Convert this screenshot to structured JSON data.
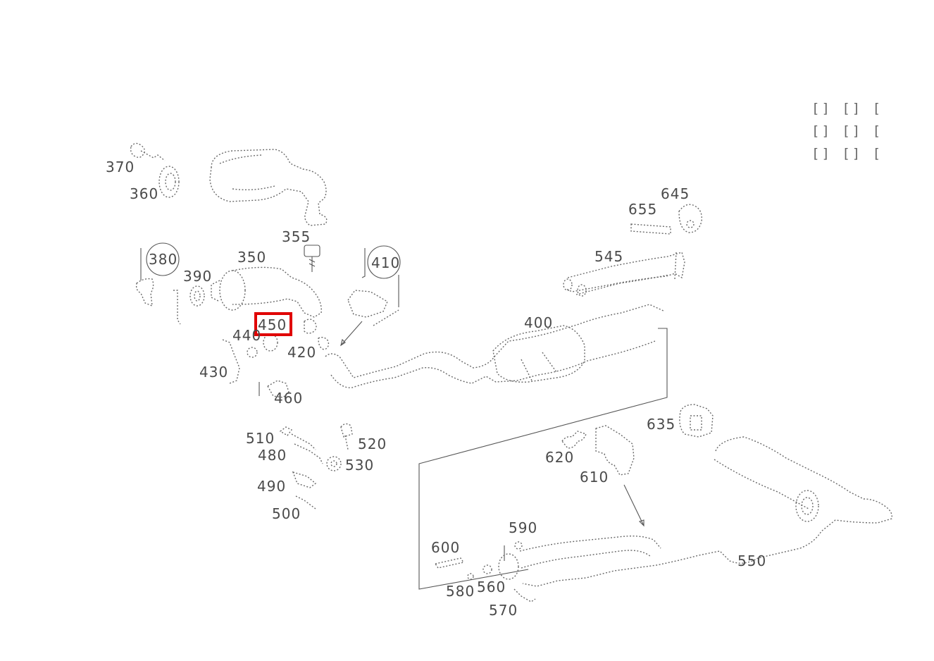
{
  "corner_code": [
    "[] [] [",
    "[] [] [",
    "[] [] ["
  ],
  "highlight_color": "#e00000",
  "highlighted_part": "450",
  "labels": [
    "370",
    "360",
    "355",
    "350",
    "380",
    "390",
    "410",
    "450",
    "440",
    "420",
    "430",
    "460",
    "400",
    "545",
    "645",
    "655",
    "635",
    "510",
    "520",
    "480",
    "530",
    "490",
    "500",
    "620",
    "610",
    "590",
    "600",
    "580",
    "560",
    "570",
    "550"
  ]
}
